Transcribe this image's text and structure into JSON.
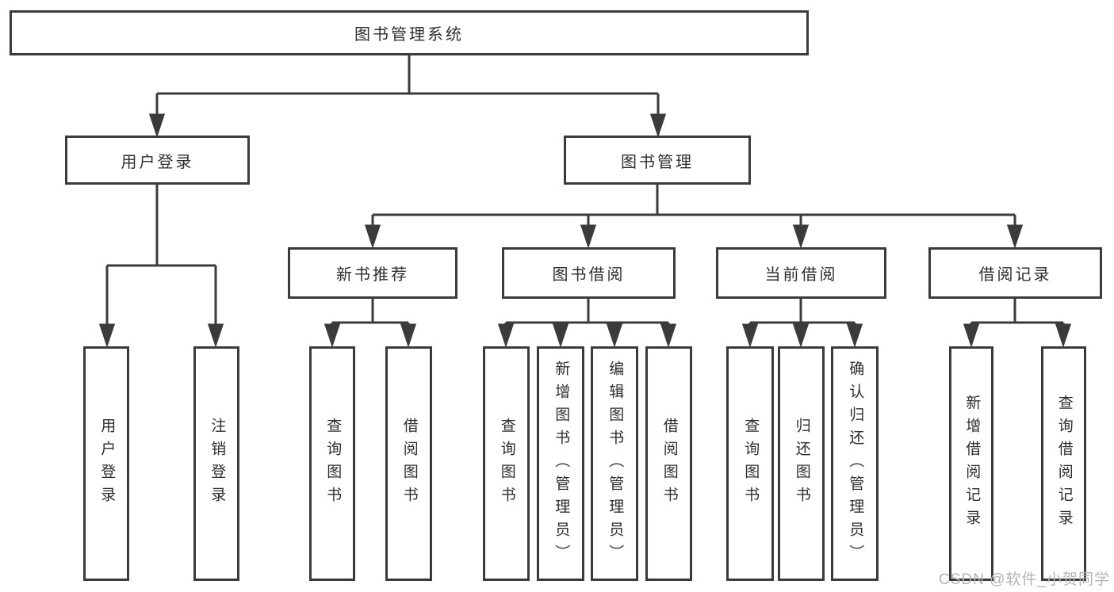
{
  "diagram": {
    "root": "图书管理系统",
    "branches": [
      {
        "label": "用户登录",
        "children": [
          "用户登录",
          "注销登录"
        ]
      },
      {
        "label": "图书管理",
        "sections": [
          {
            "label": "新书推荐",
            "children": [
              "查询图书",
              "借阅图书"
            ]
          },
          {
            "label": "图书借阅",
            "children": [
              "查询图书",
              "新增图书（管理员）",
              "编辑图书（管理员）",
              "借阅图书"
            ]
          },
          {
            "label": "当前借阅",
            "children": [
              "查询图书",
              "归还图书",
              "确认归还（管理员）"
            ]
          },
          {
            "label": "借阅记录",
            "children": [
              "新增借阅记录",
              "查询借阅记录"
            ]
          }
        ]
      }
    ]
  },
  "watermark": "CSDN @软件_小贺同学",
  "colors": {
    "line": "#3b3b3b",
    "text": "#2e2e2e",
    "node_background": "#ffffff",
    "watermark": "#b3b3b3",
    "background": "#ffffff"
  }
}
